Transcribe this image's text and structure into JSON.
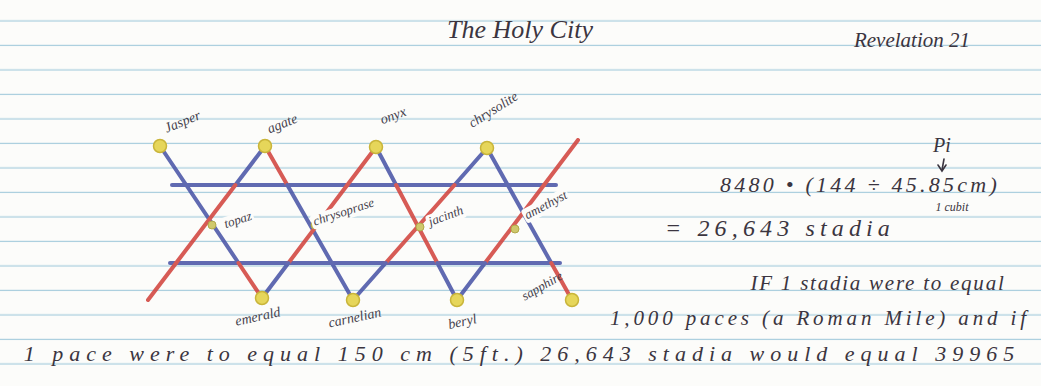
{
  "diagram": {
    "title": "The Holy City",
    "labels": [
      "Revelation 21",
      "Jasper",
      "agate",
      "onyx",
      "chrysolite",
      "Pi",
      "topaz",
      "chrysoprase",
      "jacinth",
      "amethyst",
      "8480 • (144 ÷ 45.85cm)",
      "1 cubit",
      "= 26,643 stadia",
      "emerald",
      "carnelian",
      "beryl",
      "sapphire",
      "IF 1 stadia were to equal",
      "1,000 paces (a Roman Mile) and if",
      "1 pace were to equal 150 cm (5ft.) 26,643 stadia would equal 39965"
    ]
  }
}
